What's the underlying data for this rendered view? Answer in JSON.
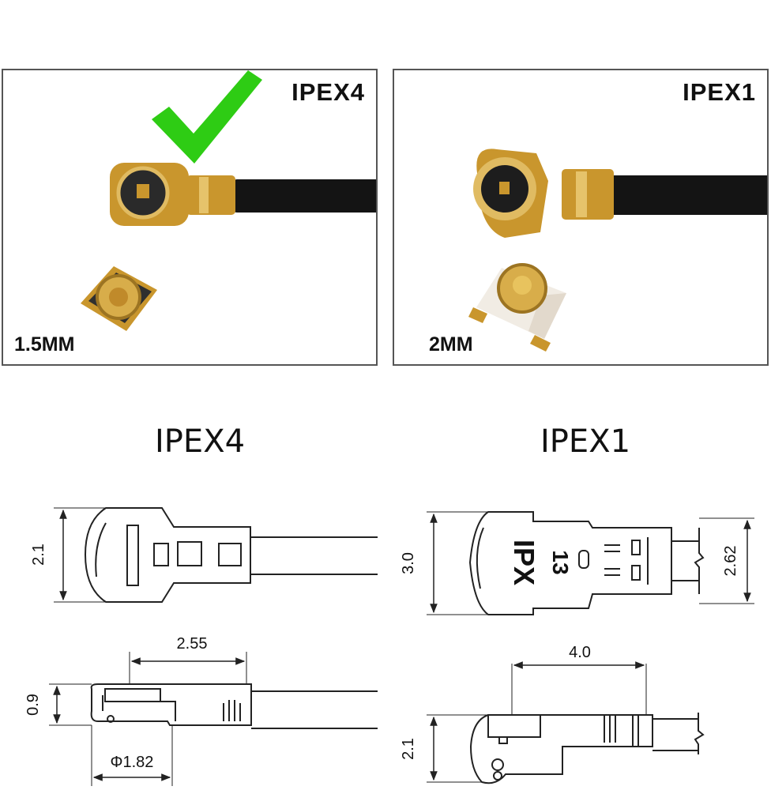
{
  "panels": {
    "left": {
      "title": "IPEX4",
      "size": "1.5MM"
    },
    "right": {
      "title": "IPEX1",
      "size": "2MM"
    }
  },
  "headings": {
    "left": "IPEX4",
    "right": "IPEX1"
  },
  "dimensions": {
    "ipex4_height": "2.1",
    "ipex4_profile_height": "0.9",
    "ipex4_length": "2.55",
    "ipex4_diameter": "Φ1.82",
    "ipex1_height": "3.0",
    "ipex1_cable_height": "2.62",
    "ipex1_length": "4.0",
    "ipex1_profile_height": "2.1"
  },
  "markings": {
    "ipex1_brand": "IPX",
    "ipex1_code": "13"
  },
  "colors": {
    "check": "#2ecc14",
    "gold": "#c9962d",
    "cable": "#141414",
    "outline": "#222222"
  },
  "icons": {
    "check": "check-mark-icon"
  }
}
